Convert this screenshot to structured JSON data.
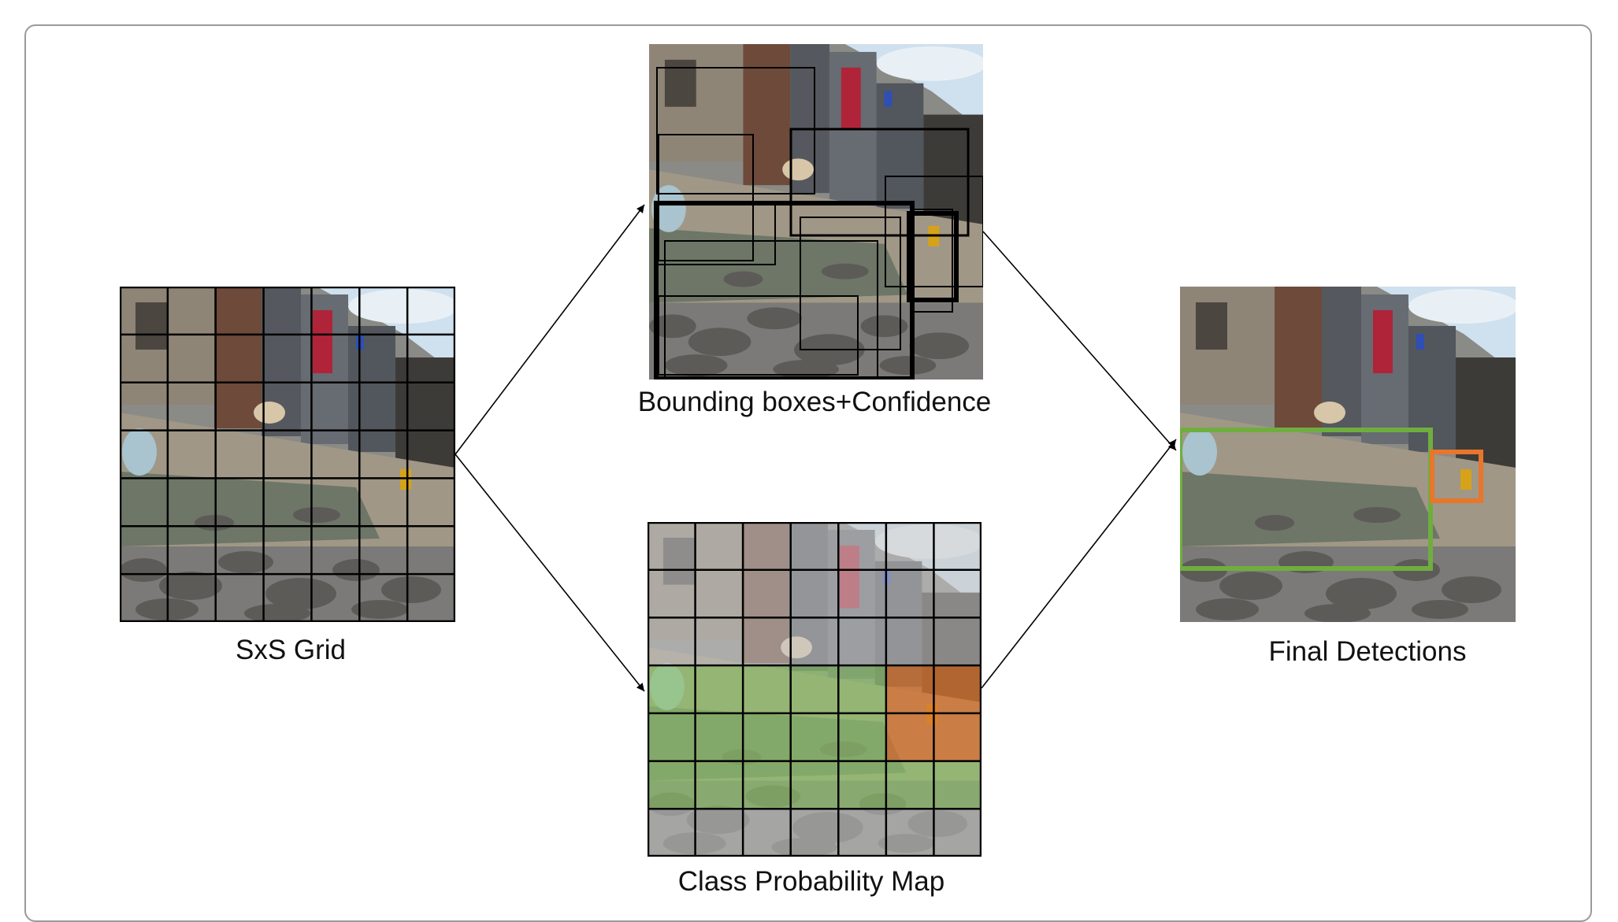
{
  "labels": {
    "grid": "SxS Grid",
    "bbox": "Bounding boxes+Confidence",
    "classmap": "Class Probability Map",
    "final": "Final Detections"
  },
  "grid": {
    "rows": 7,
    "cols": 7
  },
  "class_map": {
    "cells": [
      [
        "none",
        "none",
        "none",
        "none",
        "none",
        "none",
        "none"
      ],
      [
        "none",
        "none",
        "none",
        "none",
        "none",
        "none",
        "none"
      ],
      [
        "none",
        "none",
        "none",
        "none",
        "none",
        "none",
        "none"
      ],
      [
        "green",
        "green",
        "green",
        "green",
        "green",
        "orange",
        "orange"
      ],
      [
        "green",
        "green",
        "green",
        "green",
        "green",
        "orange",
        "orange"
      ],
      [
        "green",
        "green",
        "green",
        "green",
        "green",
        "green",
        "green"
      ],
      [
        "none",
        "none",
        "none",
        "none",
        "none",
        "none",
        "none"
      ]
    ]
  },
  "colors": {
    "green": "#6fae3e",
    "orange": "#e8762b",
    "green_fill": "#8fc46c",
    "orange_fill": "#d8752f",
    "gray_fill": "#c8c8c8"
  }
}
